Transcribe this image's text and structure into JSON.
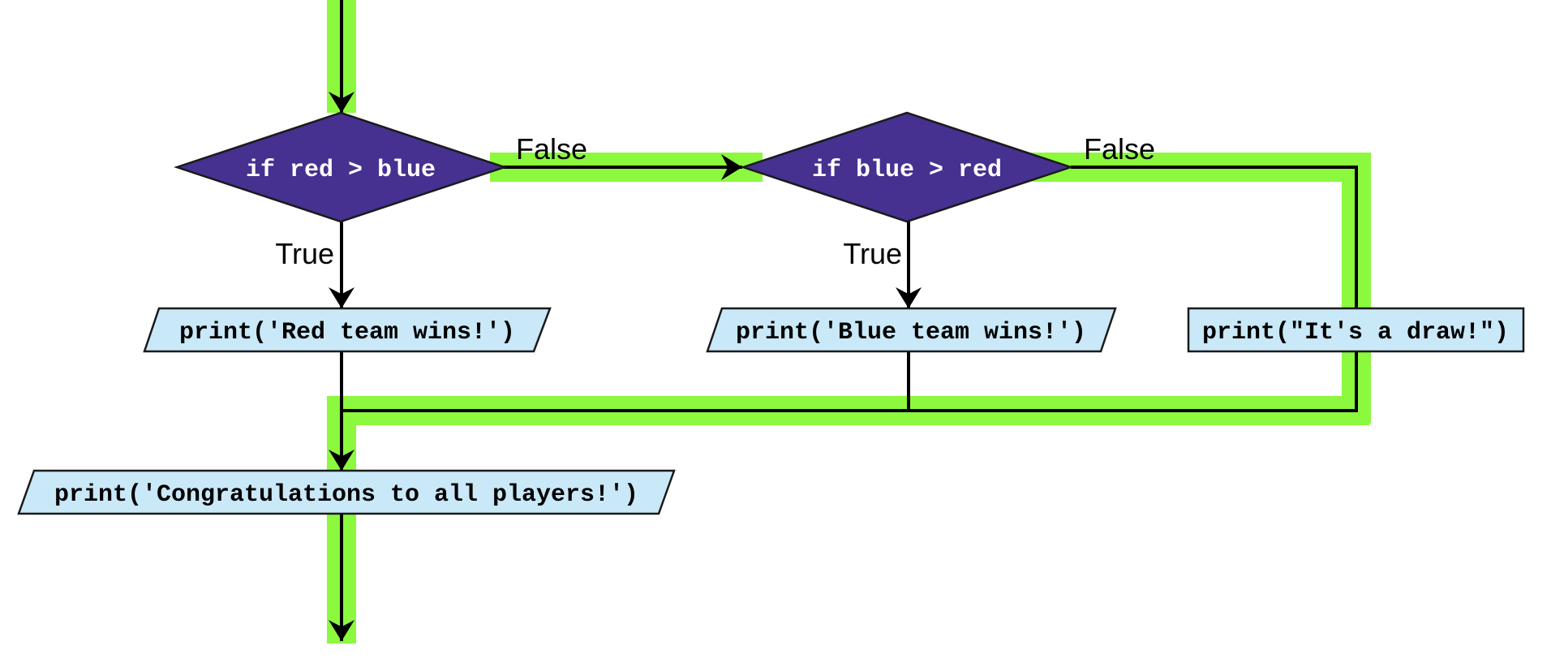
{
  "diagram": {
    "type": "flowchart",
    "description": "Python if/elif/else branching flowchart with the executed path highlighted in green: both conditions are False, so the draw branch runs, then all paths merge into the final congratulations print.",
    "colors": {
      "highlight": "#8CF83E",
      "decision_fill": "#463090",
      "decision_border": "#1a1a1a",
      "io_fill": "#C9E8F8",
      "io_border": "#1a1a1a",
      "line": "#000000"
    },
    "nodes": {
      "decision_red": {
        "shape": "diamond",
        "label": "if red > blue"
      },
      "decision_blue": {
        "shape": "diamond",
        "label": "if blue > red"
      },
      "print_red": {
        "shape": "parallelogram",
        "label": "print('Red team wins!')"
      },
      "print_blue": {
        "shape": "parallelogram",
        "label": "print('Blue team wins!')"
      },
      "print_draw": {
        "shape": "rectangle",
        "label": "print(\"It's a draw!\")"
      },
      "print_congrats": {
        "shape": "parallelogram",
        "label": "print('Congratulations to all players!')"
      }
    },
    "edges": {
      "red_true_label": "True",
      "red_false_label": "False",
      "blue_true_label": "True",
      "blue_false_label": "False"
    },
    "highlighted_path": [
      "start",
      "decision_red",
      "False",
      "decision_blue",
      "False",
      "print_draw",
      "merge",
      "print_congrats",
      "end"
    ]
  }
}
